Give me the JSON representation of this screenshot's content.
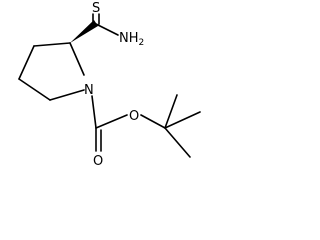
{
  "molecule": {
    "atoms": {
      "sulfur": "S",
      "amine": "NH",
      "amine_subscript": "2",
      "ring_nitrogen": "N",
      "carbonyl_oxygen": "O",
      "ester_oxygen": "O"
    },
    "colors": {
      "bond": "#000000",
      "label": "#000000",
      "background": "#ffffff"
    }
  }
}
